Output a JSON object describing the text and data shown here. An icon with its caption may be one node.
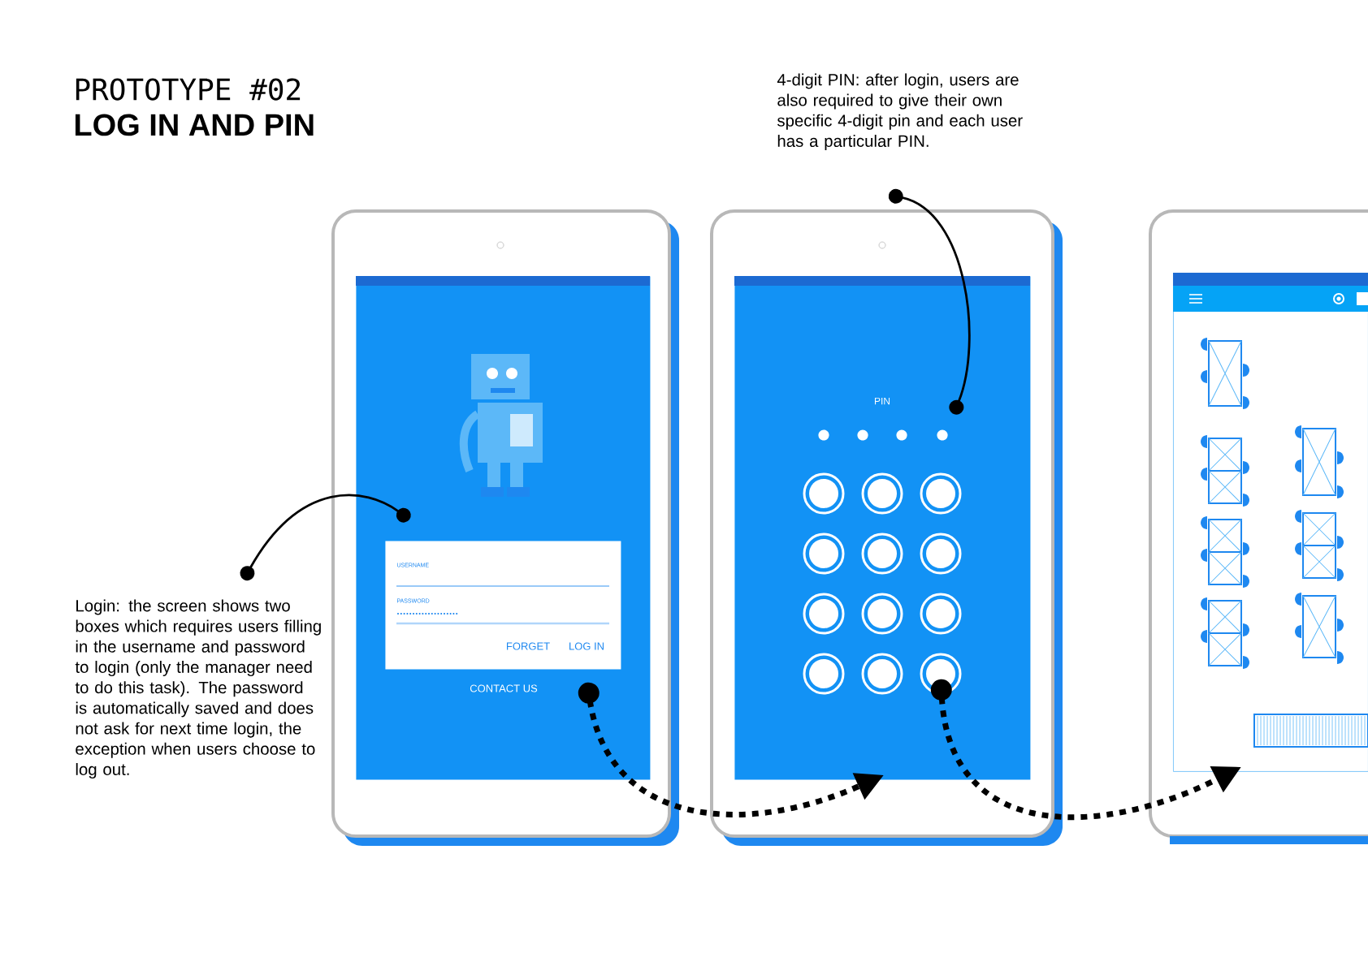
{
  "diagram": {
    "title": "PROTOTYPE #02",
    "nodes": [
      {
        "text": [
          "CONTACT US"
        ]
      },
      {
        "text": [
          "USERNAME",
          "PASSWORD",
          "FORGET",
          "LOG IN"
        ],
        "in": 0
      },
      {
        "text": [
          "PIN"
        ]
      },
      {
        "text": [],
        "shape": "picture"
      },
      {
        "text": [
          "Login: the screen shows two boxes which requires users filling in the username and password to login (only the manager need to do this task). The password is automatically saved and does not ask for next time login, the exception when users choose to log out."
        ]
      },
      {
        "text": [
          "4-digit PIN: after login, users are also required to give their own specific 4-digit pin and each user has a particular PIN."
        ]
      }
    ],
    "edges": [
      {
        "from": 4,
        "to": 1,
        "arrow": "other"
      },
      {
        "from": 5,
        "to": 2,
        "arrow": "other"
      },
      {
        "from": 1,
        "to": 2,
        "arrow": "to",
        "style": "dashed"
      },
      {
        "from": 2,
        "to": 3,
        "arrow": "to",
        "style": "dashed"
      }
    ],
    "labels": [
      "LOG IN AND PIN"
    ]
  }
}
